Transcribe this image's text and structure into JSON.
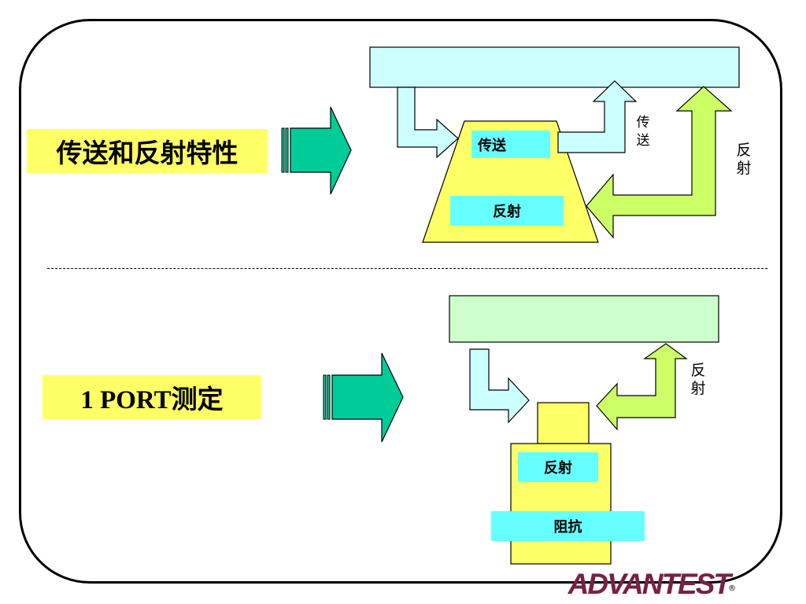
{
  "top_section": {
    "title": "传送和反射特性",
    "dut_label_transmit": "传送",
    "dut_label_reflect": "反射",
    "arrow_label_transmit": "传送",
    "arrow_label_reflect": "反射"
  },
  "bottom_section": {
    "title": "1 PORT测定",
    "dut_label_reflect": "反射",
    "dut_label_impedance": "阻抗",
    "arrow_label_reflect": "反射"
  },
  "logo": {
    "text": "ADVANTEST",
    "mark": "®"
  },
  "colors": {
    "title_bg": "#ffff66",
    "instrument_top": "#ccffff",
    "instrument_bottom": "#ccffcc",
    "dut_fill": "#ffff66",
    "label_bg": "#66ffff",
    "big_arrow": "#00cc99",
    "incident_arrow": "#ccffff",
    "reflect_arrow": "#ccff66",
    "logo": "#7a1f45"
  }
}
